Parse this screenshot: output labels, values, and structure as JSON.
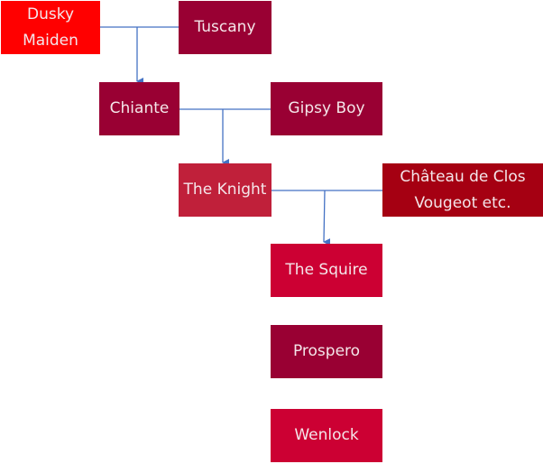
{
  "colors": {
    "dusky_maiden": "#ff0000",
    "tuscany": "#990033",
    "chiante": "#990033",
    "gipsy_boy": "#990033",
    "the_knight": "#c0203a",
    "chateau": "#a50012",
    "the_squire": "#cc0033",
    "prospero": "#990033",
    "wenlock": "#cc0033",
    "connector": "#4472c4"
  },
  "nodes": {
    "dusky_maiden": "Dusky\nMaiden",
    "tuscany": "Tuscany",
    "chiante": "Chiante",
    "gipsy_boy": "Gipsy Boy",
    "the_knight": "The Knight",
    "chateau": "Château de Clos\nVougeot etc.",
    "the_squire": "The Squire",
    "prospero": "Prospero",
    "wenlock": "Wenlock"
  }
}
